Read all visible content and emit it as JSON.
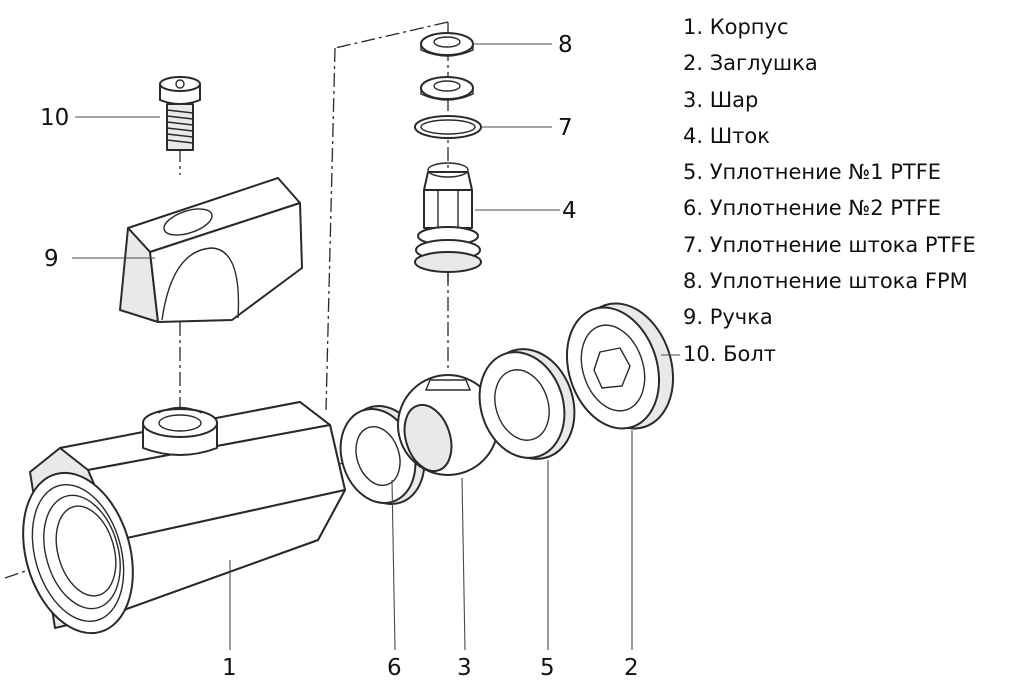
{
  "legend": [
    "1. Корпус",
    "2. Заглушка",
    "3. Шар",
    "4. Шток",
    "5. Уплотнение №1 PTFE",
    "6. Уплотнение №2 PTFE",
    "7. Уплотнение штока PTFE",
    "8. Уплотнение штока FPM",
    "9. Ручка",
    "10. Болт"
  ],
  "callouts": {
    "body": "1",
    "seal_2": "6",
    "ball": "3",
    "seal_1": "5",
    "plug": "2",
    "stem": "4",
    "stem_seal_ptfe": "7",
    "stem_seal_fpm": "8",
    "handle": "9",
    "bolt": "10"
  },
  "colors": {
    "line": "#2a2a2a",
    "text": "#111111",
    "fill_light": "#e9e9e9",
    "background": "#ffffff"
  }
}
